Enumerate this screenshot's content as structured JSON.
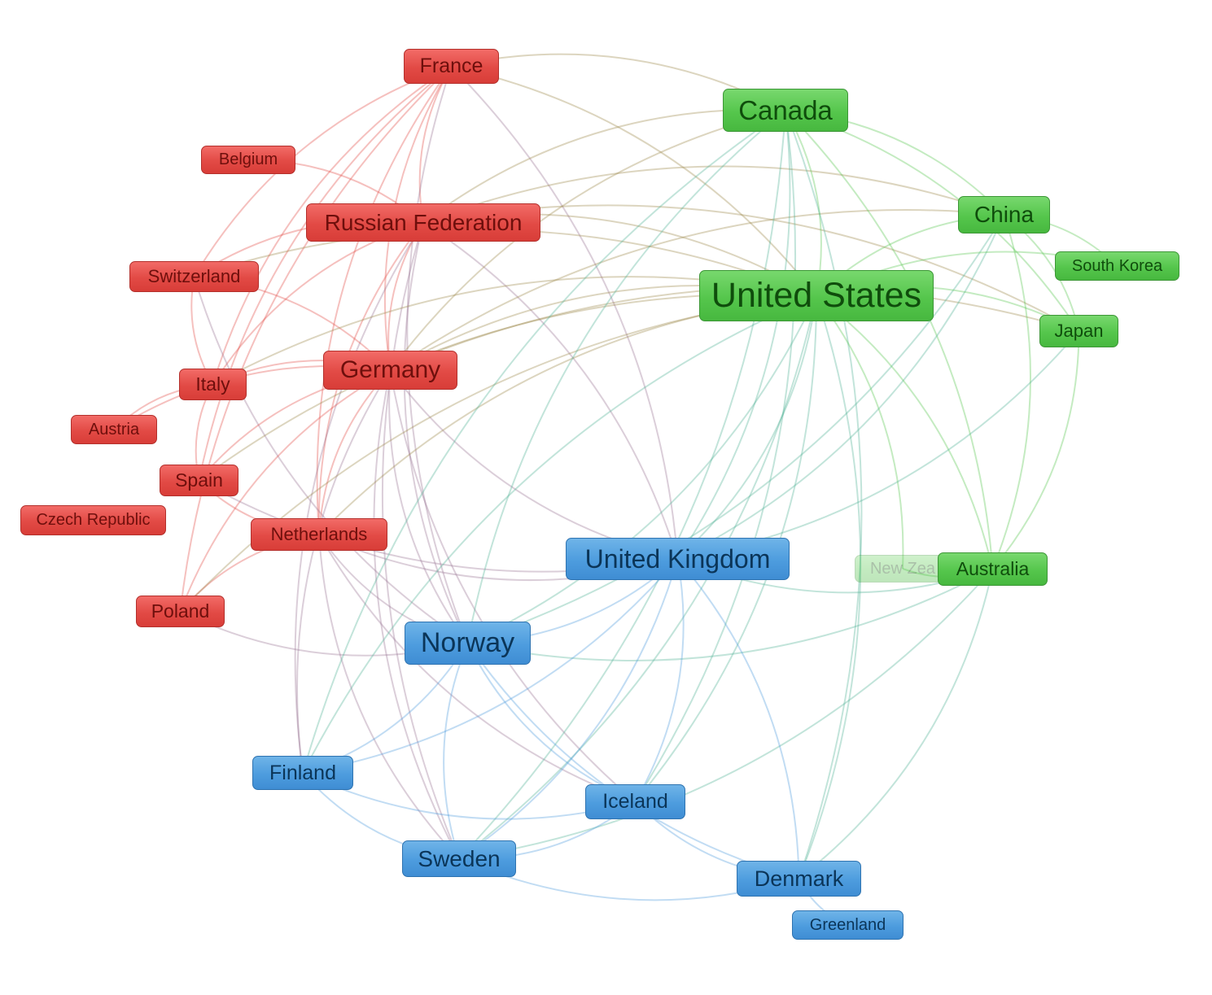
{
  "colors": {
    "red": "#e24a45",
    "green": "#55c64c",
    "blue": "#4d9cde"
  },
  "nodes": [
    {
      "id": "france",
      "label": "France",
      "cluster": "red"
    },
    {
      "id": "belgium",
      "label": "Belgium",
      "cluster": "red"
    },
    {
      "id": "russia",
      "label": "Russian Federation",
      "cluster": "red"
    },
    {
      "id": "switzerland",
      "label": "Switzerland",
      "cluster": "red"
    },
    {
      "id": "germany",
      "label": "Germany",
      "cluster": "red"
    },
    {
      "id": "italy",
      "label": "Italy",
      "cluster": "red"
    },
    {
      "id": "austria",
      "label": "Austria",
      "cluster": "red"
    },
    {
      "id": "spain",
      "label": "Spain",
      "cluster": "red"
    },
    {
      "id": "czech",
      "label": "Czech Republic",
      "cluster": "red"
    },
    {
      "id": "netherlands",
      "label": "Netherlands",
      "cluster": "red"
    },
    {
      "id": "poland",
      "label": "Poland",
      "cluster": "red"
    },
    {
      "id": "canada",
      "label": "Canada",
      "cluster": "green"
    },
    {
      "id": "china",
      "label": "China",
      "cluster": "green"
    },
    {
      "id": "southkorea",
      "label": "South Korea",
      "cluster": "green"
    },
    {
      "id": "us",
      "label": "United States",
      "cluster": "green"
    },
    {
      "id": "japan",
      "label": "Japan",
      "cluster": "green"
    },
    {
      "id": "newzealand",
      "label": "New Zea",
      "cluster": "green",
      "faded": true
    },
    {
      "id": "australia",
      "label": "Australia",
      "cluster": "green"
    },
    {
      "id": "uk",
      "label": "United Kingdom",
      "cluster": "blue"
    },
    {
      "id": "norway",
      "label": "Norway",
      "cluster": "blue"
    },
    {
      "id": "finland",
      "label": "Finland",
      "cluster": "blue"
    },
    {
      "id": "iceland",
      "label": "Iceland",
      "cluster": "blue"
    },
    {
      "id": "sweden",
      "label": "Sweden",
      "cluster": "blue"
    },
    {
      "id": "denmark",
      "label": "Denmark",
      "cluster": "blue"
    },
    {
      "id": "greenland",
      "label": "Greenland",
      "cluster": "blue"
    }
  ],
  "edges": [
    [
      "france",
      "canada"
    ],
    [
      "france",
      "us"
    ],
    [
      "france",
      "germany"
    ],
    [
      "france",
      "russia"
    ],
    [
      "france",
      "switzerland"
    ],
    [
      "france",
      "netherlands"
    ],
    [
      "france",
      "italy"
    ],
    [
      "france",
      "spain"
    ],
    [
      "france",
      "uk"
    ],
    [
      "france",
      "norway"
    ],
    [
      "france",
      "poland"
    ],
    [
      "belgium",
      "russia"
    ],
    [
      "russia",
      "us"
    ],
    [
      "russia",
      "canada"
    ],
    [
      "russia",
      "germany"
    ],
    [
      "russia",
      "switzerland"
    ],
    [
      "russia",
      "italy"
    ],
    [
      "russia",
      "netherlands"
    ],
    [
      "russia",
      "norway"
    ],
    [
      "russia",
      "uk"
    ],
    [
      "russia",
      "japan"
    ],
    [
      "russia",
      "china"
    ],
    [
      "russia",
      "finland"
    ],
    [
      "russia",
      "sweden"
    ],
    [
      "switzerland",
      "germany"
    ],
    [
      "switzerland",
      "italy"
    ],
    [
      "switzerland",
      "norway"
    ],
    [
      "switzerland",
      "us"
    ],
    [
      "germany",
      "us"
    ],
    [
      "germany",
      "canada"
    ],
    [
      "germany",
      "italy"
    ],
    [
      "germany",
      "spain"
    ],
    [
      "germany",
      "netherlands"
    ],
    [
      "germany",
      "poland"
    ],
    [
      "germany",
      "norway"
    ],
    [
      "germany",
      "uk"
    ],
    [
      "germany",
      "sweden"
    ],
    [
      "germany",
      "finland"
    ],
    [
      "germany",
      "iceland"
    ],
    [
      "germany",
      "austria"
    ],
    [
      "germany",
      "china"
    ],
    [
      "germany",
      "japan"
    ],
    [
      "italy",
      "spain"
    ],
    [
      "italy",
      "us"
    ],
    [
      "austria",
      "italy"
    ],
    [
      "spain",
      "us"
    ],
    [
      "spain",
      "uk"
    ],
    [
      "spain",
      "netherlands"
    ],
    [
      "netherlands",
      "uk"
    ],
    [
      "netherlands",
      "norway"
    ],
    [
      "netherlands",
      "poland"
    ],
    [
      "netherlands",
      "sweden"
    ],
    [
      "netherlands",
      "us"
    ],
    [
      "netherlands",
      "iceland"
    ],
    [
      "poland",
      "us"
    ],
    [
      "poland",
      "norway"
    ],
    [
      "canada",
      "us"
    ],
    [
      "canada",
      "china"
    ],
    [
      "canada",
      "uk"
    ],
    [
      "canada",
      "norway"
    ],
    [
      "canada",
      "australia"
    ],
    [
      "canada",
      "japan"
    ],
    [
      "canada",
      "sweden"
    ],
    [
      "canada",
      "iceland"
    ],
    [
      "canada",
      "denmark"
    ],
    [
      "canada",
      "finland"
    ],
    [
      "china",
      "us"
    ],
    [
      "china",
      "japan"
    ],
    [
      "china",
      "southkorea"
    ],
    [
      "china",
      "australia"
    ],
    [
      "china",
      "uk"
    ],
    [
      "china",
      "norway"
    ],
    [
      "us",
      "japan"
    ],
    [
      "us",
      "southkorea"
    ],
    [
      "us",
      "australia"
    ],
    [
      "us",
      "uk"
    ],
    [
      "us",
      "norway"
    ],
    [
      "us",
      "sweden"
    ],
    [
      "us",
      "finland"
    ],
    [
      "us",
      "iceland"
    ],
    [
      "us",
      "denmark"
    ],
    [
      "us",
      "newzealand"
    ],
    [
      "japan",
      "australia"
    ],
    [
      "japan",
      "uk"
    ],
    [
      "australia",
      "uk"
    ],
    [
      "australia",
      "norway"
    ],
    [
      "australia",
      "sweden"
    ],
    [
      "australia",
      "denmark"
    ],
    [
      "newzealand",
      "australia"
    ],
    [
      "uk",
      "norway"
    ],
    [
      "uk",
      "sweden"
    ],
    [
      "uk",
      "finland"
    ],
    [
      "uk",
      "iceland"
    ],
    [
      "uk",
      "denmark"
    ],
    [
      "norway",
      "sweden"
    ],
    [
      "norway",
      "finland"
    ],
    [
      "norway",
      "iceland"
    ],
    [
      "norway",
      "denmark"
    ],
    [
      "finland",
      "sweden"
    ],
    [
      "finland",
      "iceland"
    ],
    [
      "sweden",
      "iceland"
    ],
    [
      "sweden",
      "denmark"
    ],
    [
      "iceland",
      "denmark"
    ],
    [
      "denmark",
      "greenland"
    ]
  ]
}
